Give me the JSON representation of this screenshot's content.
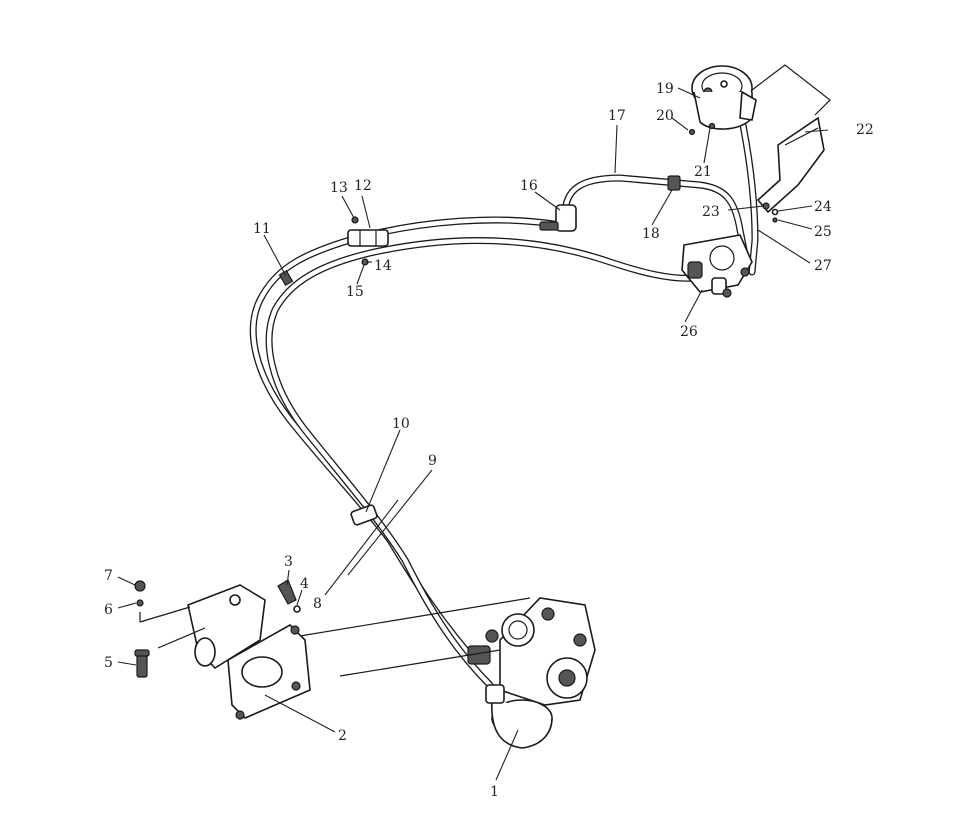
{
  "diagram": {
    "callouts": [
      {
        "id": "c1",
        "label": "1"
      },
      {
        "id": "c2",
        "label": "2"
      },
      {
        "id": "c3",
        "label": "3"
      },
      {
        "id": "c4",
        "label": "4"
      },
      {
        "id": "c5",
        "label": "5"
      },
      {
        "id": "c6",
        "label": "6"
      },
      {
        "id": "c7",
        "label": "7"
      },
      {
        "id": "c8",
        "label": "8"
      },
      {
        "id": "c9",
        "label": "9"
      },
      {
        "id": "c10",
        "label": "10"
      },
      {
        "id": "c11",
        "label": "11"
      },
      {
        "id": "c12",
        "label": "12"
      },
      {
        "id": "c13",
        "label": "13"
      },
      {
        "id": "c14",
        "label": "14"
      },
      {
        "id": "c15",
        "label": "15"
      },
      {
        "id": "c16",
        "label": "16"
      },
      {
        "id": "c17",
        "label": "17"
      },
      {
        "id": "c18",
        "label": "18"
      },
      {
        "id": "c19",
        "label": "19"
      },
      {
        "id": "c20",
        "label": "20"
      },
      {
        "id": "c21",
        "label": "21"
      },
      {
        "id": "c22",
        "label": "22"
      },
      {
        "id": "c23",
        "label": "23"
      },
      {
        "id": "c24",
        "label": "24"
      },
      {
        "id": "c25",
        "label": "25"
      },
      {
        "id": "c26",
        "label": "26"
      },
      {
        "id": "c27",
        "label": "27"
      }
    ]
  }
}
